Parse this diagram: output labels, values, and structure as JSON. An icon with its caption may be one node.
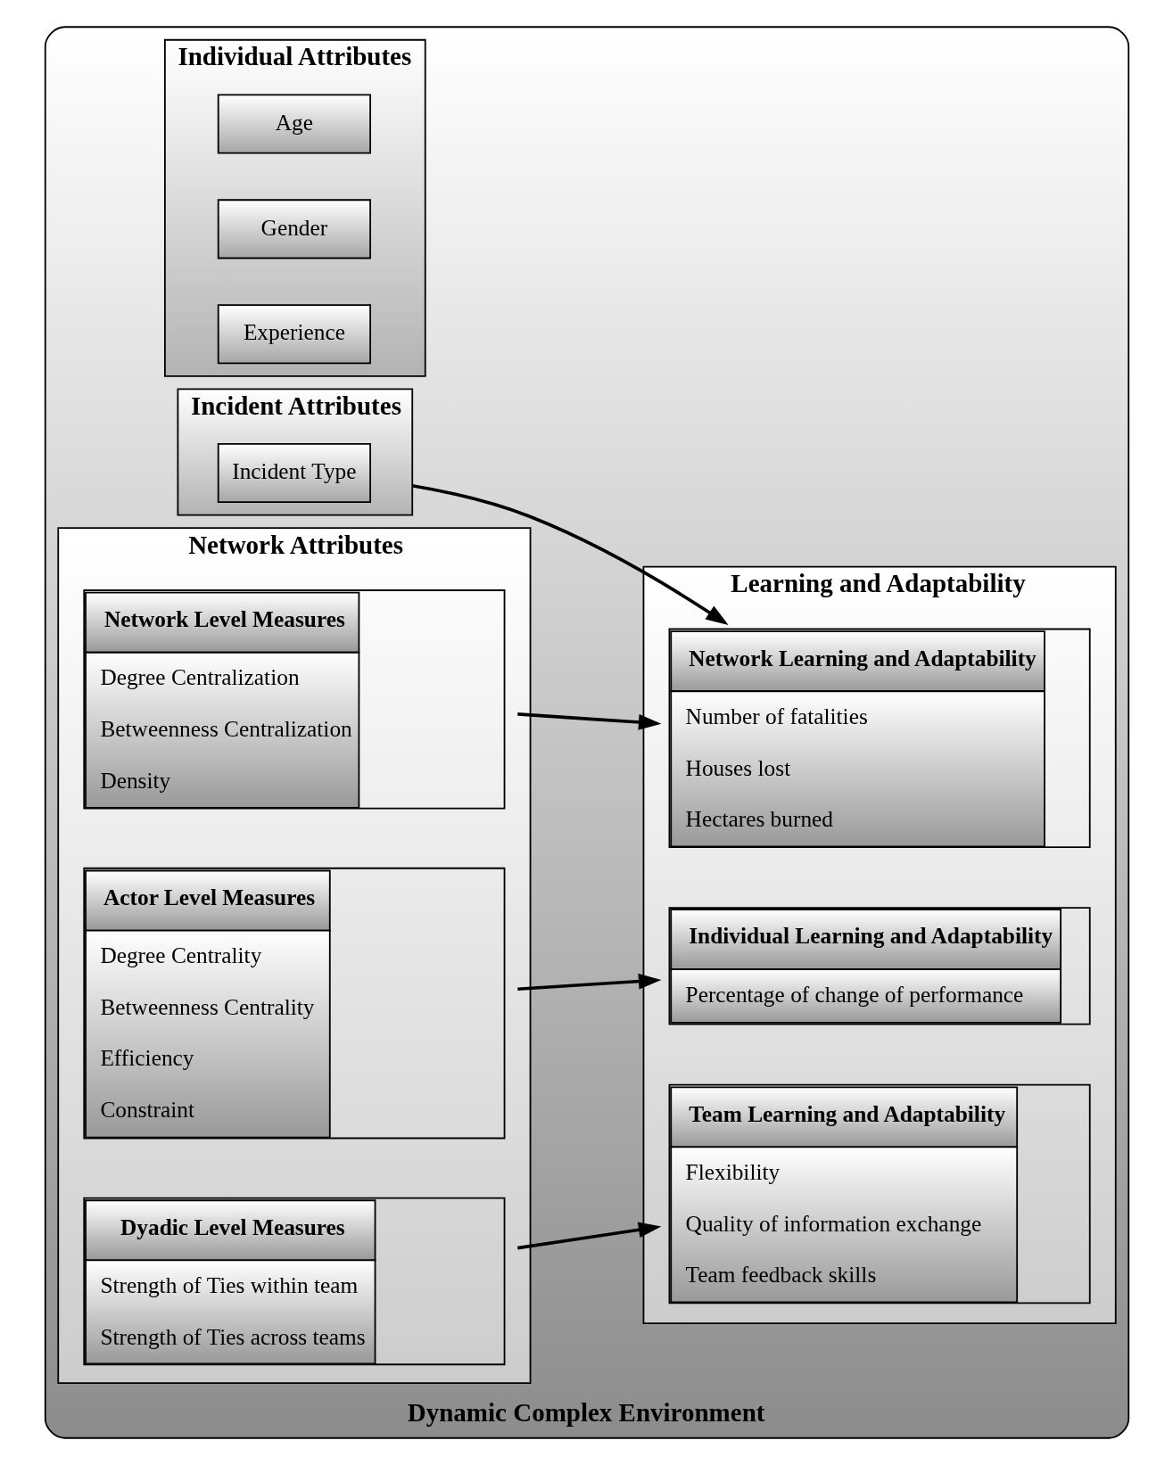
{
  "diagram": {
    "nodes": [
      {
        "text": [
          "Dynamic Complex Environment"
        ]
      },
      {
        "text": [
          "Individual Attributes"
        ],
        "in": 0
      },
      {
        "text": [
          "Age"
        ],
        "in": 1
      },
      {
        "text": [
          "Gender"
        ],
        "in": 1
      },
      {
        "text": [
          "Experience"
        ],
        "in": 1
      },
      {
        "text": [
          "Incident Attributes"
        ],
        "in": 0
      },
      {
        "text": [
          "Incident Type"
        ],
        "in": 5
      },
      {
        "text": [
          "Network Attributes"
        ],
        "in": 0
      },
      {
        "text": [
          "Actor Level Measures",
          "Degree Centrality",
          "Betweenness Centrality",
          "Efficiency",
          "Constraint"
        ],
        "in": 7
      },
      {
        "text": [
          "Dyadic Level Measures",
          "Strength of Ties within team",
          "Strength of Ties across teams"
        ],
        "in": 7
      },
      {
        "text": [
          "Network Level Measures",
          "Degree Centralization",
          "Betweenness Centralization",
          "Density"
        ],
        "in": 7
      },
      {
        "text": [
          "Learning and Adaptability"
        ],
        "in": 0
      },
      {
        "text": [
          "Individual Learning and Adaptability",
          "Percentage of change of performance"
        ],
        "in": 11
      },
      {
        "text": [
          "Team Learning and Adaptability",
          "Flexibility",
          "Quality of information exchange",
          "Team feedback skills"
        ],
        "in": 11
      },
      {
        "text": [
          "Network Learning and Adaptability",
          "Number of fatalities",
          "Houses lost",
          "Hectares burned"
        ],
        "in": 11
      }
    ],
    "edges": [
      {
        "from": 8,
        "to": 12,
        "arrow": "to"
      },
      {
        "from": 9,
        "to": 13,
        "arrow": "to"
      },
      {
        "from": 10,
        "to": 14,
        "arrow": "to"
      },
      {
        "from": 5,
        "to": 14,
        "arrow": "to"
      }
    ]
  }
}
